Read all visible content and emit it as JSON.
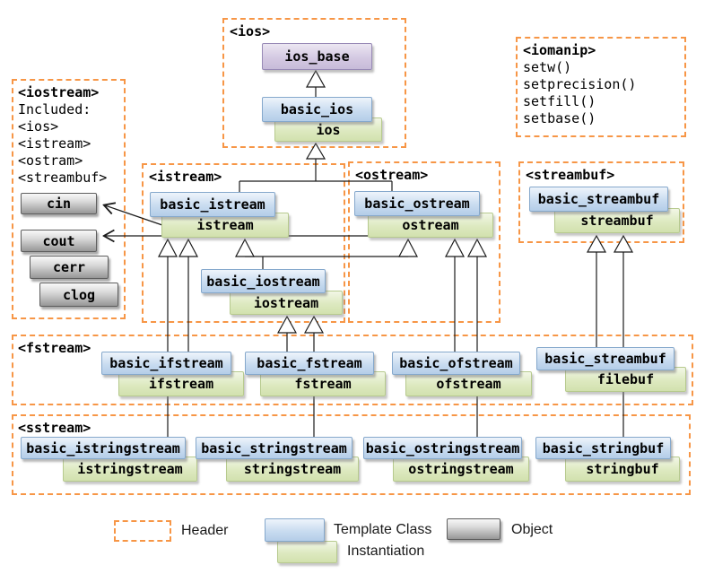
{
  "colors": {
    "header_dashed_border": "#F79646",
    "template_class_fill": "#C9DCF0",
    "template_class_border": "#85A8CC",
    "instantiation_fill": "#DDE9C0",
    "instantiation_border": "#B7CA8E",
    "base_class_fill": "#D4C9E2",
    "base_class_border": "#988AB6",
    "object_fill": "#B9B9B9",
    "object_border": "#5E5E5E",
    "line_color": "#1A1A1A"
  },
  "headers": {
    "ios": "<ios>",
    "iomanip": "<iomanip>",
    "iomanip_lines": [
      "setw()",
      "setprecision()",
      "setfill()",
      "setbase()"
    ],
    "iostream": "<iostream>",
    "iostream_lines": [
      "Included:",
      "<ios>",
      "<istream>",
      "<ostram>",
      "<streambuf>"
    ],
    "istream": "<istream>",
    "ostream": "<ostream>",
    "streambuf": "<streambuf>",
    "fstream": "<fstream>",
    "sstream": "<sstream>"
  },
  "classes": {
    "ios_base": "ios_base",
    "basic_ios": "basic_ios",
    "ios": "ios",
    "basic_istream": "basic_istream",
    "istream": "istream",
    "basic_ostream": "basic_ostream",
    "ostream": "ostream",
    "basic_iostream": "basic_iostream",
    "iostream": "iostream",
    "basic_streambuf": "basic_streambuf",
    "streambuf": "streambuf",
    "basic_ifstream": "basic_ifstream",
    "ifstream": "ifstream",
    "basic_fstream": "basic_fstream",
    "fstream": "fstream",
    "basic_ofstream": "basic_ofstream",
    "ofstream": "ofstream",
    "basic_filebuf_label": "basic_streambuf",
    "filebuf": "filebuf",
    "basic_istringstream": "basic_istringstream",
    "istringstream": "istringstream",
    "basic_stringstream": "basic_stringstream",
    "stringstream": "stringstream",
    "basic_ostringstream": "basic_ostringstream",
    "ostringstream": "ostringstream",
    "basic_stringbuf": "basic_stringbuf",
    "stringbuf": "stringbuf"
  },
  "objects": {
    "cin": "cin",
    "cout": "cout",
    "cerr": "cerr",
    "clog": "clog"
  },
  "legend": {
    "header": "Header",
    "template_class": "Template Class",
    "instantiation": "Instantiation",
    "object": "Object"
  }
}
